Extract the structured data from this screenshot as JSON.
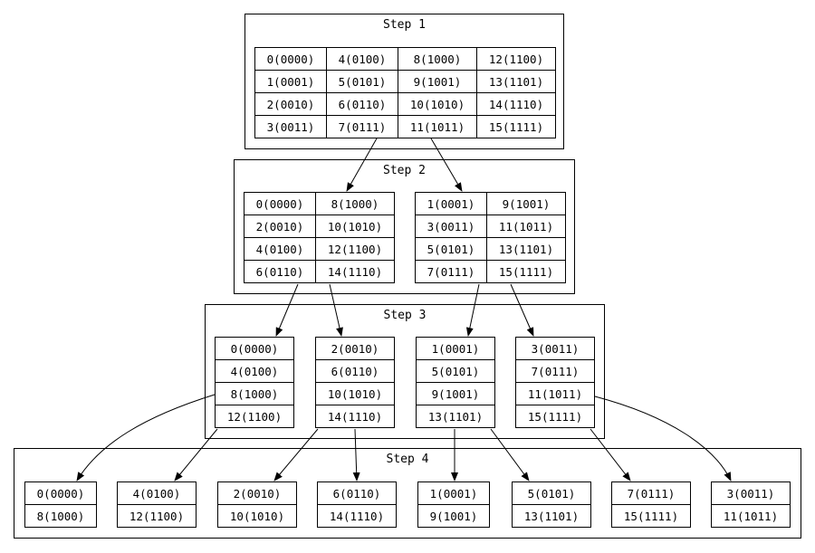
{
  "steps": [
    {
      "label": "Step 1",
      "groups": [
        {
          "columns": [
            [
              "0(0000)",
              "1(0001)",
              "2(0010)",
              "3(0011)"
            ],
            [
              "4(0100)",
              "5(0101)",
              "6(0110)",
              "7(0111)"
            ],
            [
              "8(1000)",
              "9(1001)",
              "10(1010)",
              "11(1011)"
            ],
            [
              "12(1100)",
              "13(1101)",
              "14(1110)",
              "15(1111)"
            ]
          ]
        }
      ]
    },
    {
      "label": "Step 2",
      "groups": [
        {
          "columns": [
            [
              "0(0000)",
              "2(0010)",
              "4(0100)",
              "6(0110)"
            ],
            [
              "8(1000)",
              "10(1010)",
              "12(1100)",
              "14(1110)"
            ]
          ]
        },
        {
          "columns": [
            [
              "1(0001)",
              "3(0011)",
              "5(0101)",
              "7(0111)"
            ],
            [
              "9(1001)",
              "11(1011)",
              "13(1101)",
              "15(1111)"
            ]
          ]
        }
      ]
    },
    {
      "label": "Step 3",
      "groups": [
        {
          "columns": [
            [
              "0(0000)",
              "4(0100)",
              "8(1000)",
              "12(1100)"
            ]
          ]
        },
        {
          "columns": [
            [
              "2(0010)",
              "6(0110)",
              "10(1010)",
              "14(1110)"
            ]
          ]
        },
        {
          "columns": [
            [
              "1(0001)",
              "5(0101)",
              "9(1001)",
              "13(1101)"
            ]
          ]
        },
        {
          "columns": [
            [
              "3(0011)",
              "7(0111)",
              "11(1011)",
              "15(1111)"
            ]
          ]
        }
      ]
    },
    {
      "label": "Step 4",
      "groups": [
        {
          "columns": [
            [
              "0(0000)",
              "8(1000)"
            ]
          ]
        },
        {
          "columns": [
            [
              "4(0100)",
              "12(1100)"
            ]
          ]
        },
        {
          "columns": [
            [
              "2(0010)",
              "10(1010)"
            ]
          ]
        },
        {
          "columns": [
            [
              "6(0110)",
              "14(1110)"
            ]
          ]
        },
        {
          "columns": [
            [
              "1(0001)",
              "9(1001)"
            ]
          ]
        },
        {
          "columns": [
            [
              "5(0101)",
              "13(1101)"
            ]
          ]
        },
        {
          "columns": [
            [
              "7(0111)",
              "15(1111)"
            ]
          ]
        },
        {
          "columns": [
            [
              "3(0011)",
              "11(1011)"
            ]
          ]
        }
      ]
    }
  ],
  "edges": [
    {
      "from": "s0g0",
      "to": "s1g0"
    },
    {
      "from": "s0g0",
      "to": "s1g1"
    },
    {
      "from": "s1g0",
      "to": "s2g0"
    },
    {
      "from": "s1g0",
      "to": "s2g1"
    },
    {
      "from": "s1g1",
      "to": "s2g2"
    },
    {
      "from": "s1g1",
      "to": "s2g3"
    },
    {
      "from": "s2g0",
      "to": "s3g0"
    },
    {
      "from": "s2g0",
      "to": "s3g1"
    },
    {
      "from": "s2g1",
      "to": "s3g2"
    },
    {
      "from": "s2g1",
      "to": "s3g3"
    },
    {
      "from": "s2g2",
      "to": "s3g4"
    },
    {
      "from": "s2g2",
      "to": "s3g5"
    },
    {
      "from": "s2g3",
      "to": "s3g6"
    },
    {
      "from": "s2g3",
      "to": "s3g7"
    }
  ]
}
